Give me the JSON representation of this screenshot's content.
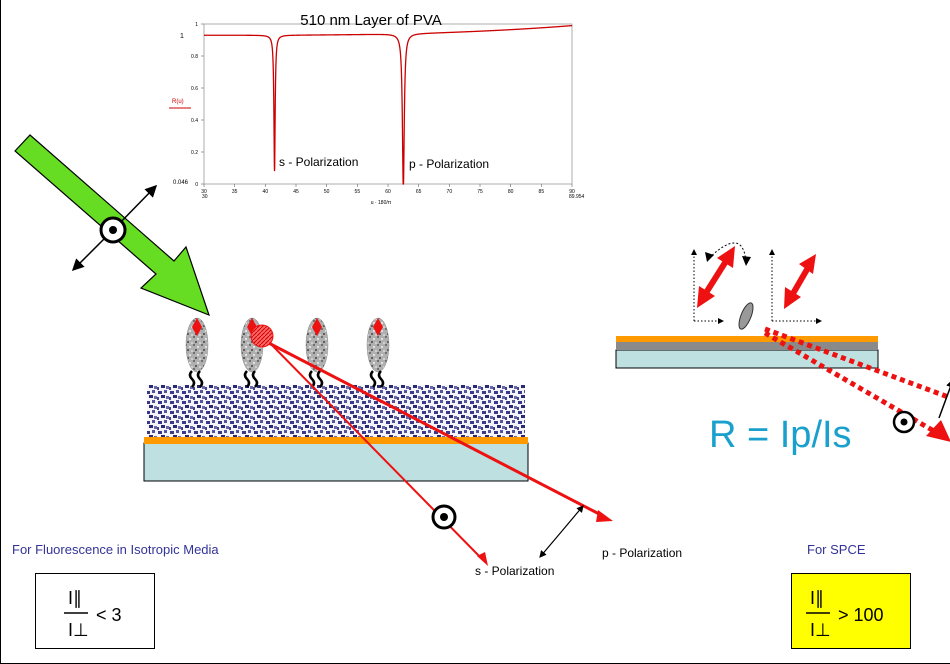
{
  "plot": {
    "title": "510 nm Layer of PVA",
    "ylabel": "R(u)",
    "y_ticks": [
      "1",
      "0.8",
      "0.6",
      "0.4",
      "0.2",
      "0"
    ],
    "x_ticks": [
      "30",
      "35",
      "40",
      "45",
      "50",
      "55",
      "60",
      "65",
      "70",
      "75",
      "80",
      "85",
      "90"
    ],
    "corner_top_left": "1",
    "corner_bottom_left": "0.046",
    "x_start_under": "30",
    "x_end_under": "89.954",
    "xlabel_expr": "u · 180/π",
    "s_label": "s - Polarization",
    "p_label": "p - Polarization",
    "dip_s_angle": 41.5,
    "dip_p_angle": 62.5,
    "colors": {
      "curve": "#cc0000"
    }
  },
  "main": {
    "s_label": "s - Polarization",
    "p_label": "p - Polarization"
  },
  "right": {
    "ratio_text": "R = Ip/Is"
  },
  "bottom": {
    "isotropic_caption": "For Fluorescence in Isotropic Media",
    "isotropic_relation": "< 3",
    "spce_caption": "For SPCE",
    "spce_relation": "> 100",
    "num_symbol": "I∥",
    "den_symbol": "I⊥"
  },
  "colors": {
    "arrow_green": "#66dd22",
    "red": "#ee1111",
    "gold": "#ff9900",
    "glass": "#bfe0e0",
    "caption_blue": "#333399",
    "ratio_blue": "#1aa0cc",
    "highlight_yellow": "#ffff00"
  }
}
